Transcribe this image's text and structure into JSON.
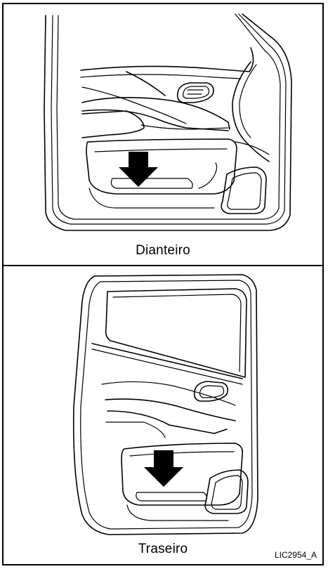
{
  "front": {
    "caption": "Dianteiro"
  },
  "rear": {
    "caption": "Traseiro"
  },
  "figure_code": "LIC2954_A",
  "icons": {
    "front_arrow": "down-arrow-icon",
    "rear_arrow": "down-arrow-icon"
  }
}
